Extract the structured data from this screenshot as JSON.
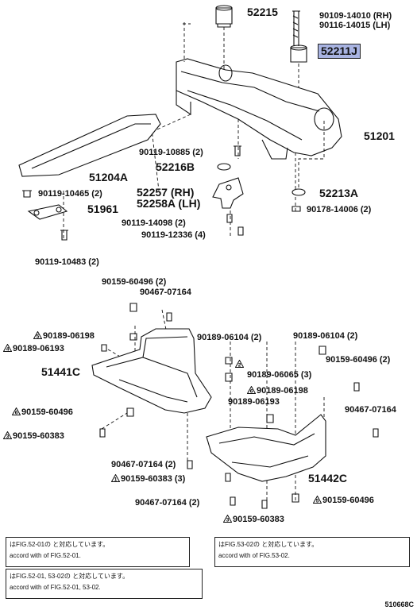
{
  "labels": {
    "p52215": "52215",
    "p90109": "90109-14010 (RH)",
    "p90116": "90116-14015 (LH)",
    "p52211J": "52211J",
    "p51201": "51201",
    "p51204A": "51204A",
    "p90119_10885": "90119-10885 (2)",
    "p52216B": "52216B",
    "p52257": "52257 (RH)",
    "p52258A": "52258A (LH)",
    "p90119_10465": "90119-10465 (2)",
    "p51961": "51961",
    "p52213A": "52213A",
    "p90178": "90178-14006 (2)",
    "p90119_14098": "90119-14098 (2)",
    "p90119_12336": "90119-12336 (4)",
    "p90119_10483": "90119-10483 (2)",
    "p90159_60496_top": "90159-60496 (2)",
    "p90467_07164_top": "90467-07164",
    "p90189_06198_a": "90189-06198",
    "p90189_06193_a": "90189-06193",
    "p90189_06104_mid": "90189-06104 (2)",
    "p90189_06104_right": "90189-06104 (2)",
    "p51441C": "51441C",
    "p90159_60496_right": "90159-60496 (2)",
    "p90189_06065": "90189-06065 (3)",
    "p90189_06198_b": "90189-06198",
    "p90189_06193_b": "90189-06193",
    "p90159_60496_left": "90159-60496",
    "p90467_07164_right": "90467-07164",
    "p90159_60383_left": "90159-60383",
    "p90467_07164_2a": "90467-07164 (2)",
    "p90159_60383_3": "90159-60383 (3)",
    "p51442C": "51442C",
    "p90467_07164_2b": "90467-07164 (2)",
    "p90159_60496_bottom": "90159-60496",
    "p90159_60383_bottom": "90159-60383"
  },
  "markers": {
    "m5": "5",
    "m4": "4",
    "m2": "2",
    "m6": "6",
    "m6b": "6",
    "m3": "3",
    "m1": "1",
    "m5b": "5",
    "m3b": "3"
  },
  "notes": {
    "n1_line1": "はFIG.52-01の         と対応しています。",
    "n1_line2": "accord with          of FIG.52-01.",
    "n2_line1": "はFIG.53-02の         と対応しています。",
    "n2_line2": "accord with          of FIG.53-02.",
    "n3_line1": "はFIG.52-01, 53-02の         と対応しています。",
    "n3_line2": "accord with          of FIG.52-01, 53-02."
  },
  "footer": "510668C",
  "colors": {
    "highlight": "#a9b4e2",
    "ink": "#111111"
  }
}
